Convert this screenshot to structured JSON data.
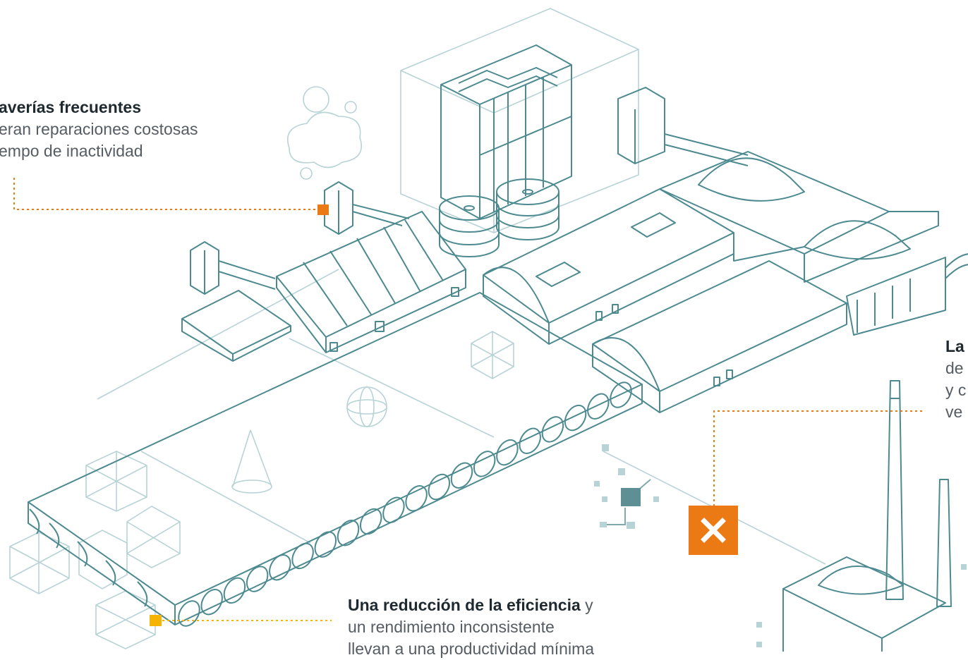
{
  "callouts": {
    "top_left": {
      "title": "averías frecuentes",
      "line1": "eran reparaciones costosas",
      "line2": "empo de inactividad",
      "marker_color": "#ec7a14"
    },
    "right": {
      "title": "La",
      "line1": "de",
      "line2": "y c",
      "line3": "ve",
      "marker_color": "#ec7a14"
    },
    "bottom": {
      "title": "Una reducción de la eficiencia",
      "title_suffix": " y",
      "line1": "un rendimiento inconsistente",
      "line2": "llevan a una productividad mínima",
      "marker_color": "#f5b400"
    }
  },
  "icons": {
    "alert": "close-x-icon"
  },
  "colors": {
    "line": "#4d8a90",
    "faint": "#b7d3d6",
    "accent_orange": "#ec7a14",
    "accent_yellow": "#f5b400"
  }
}
